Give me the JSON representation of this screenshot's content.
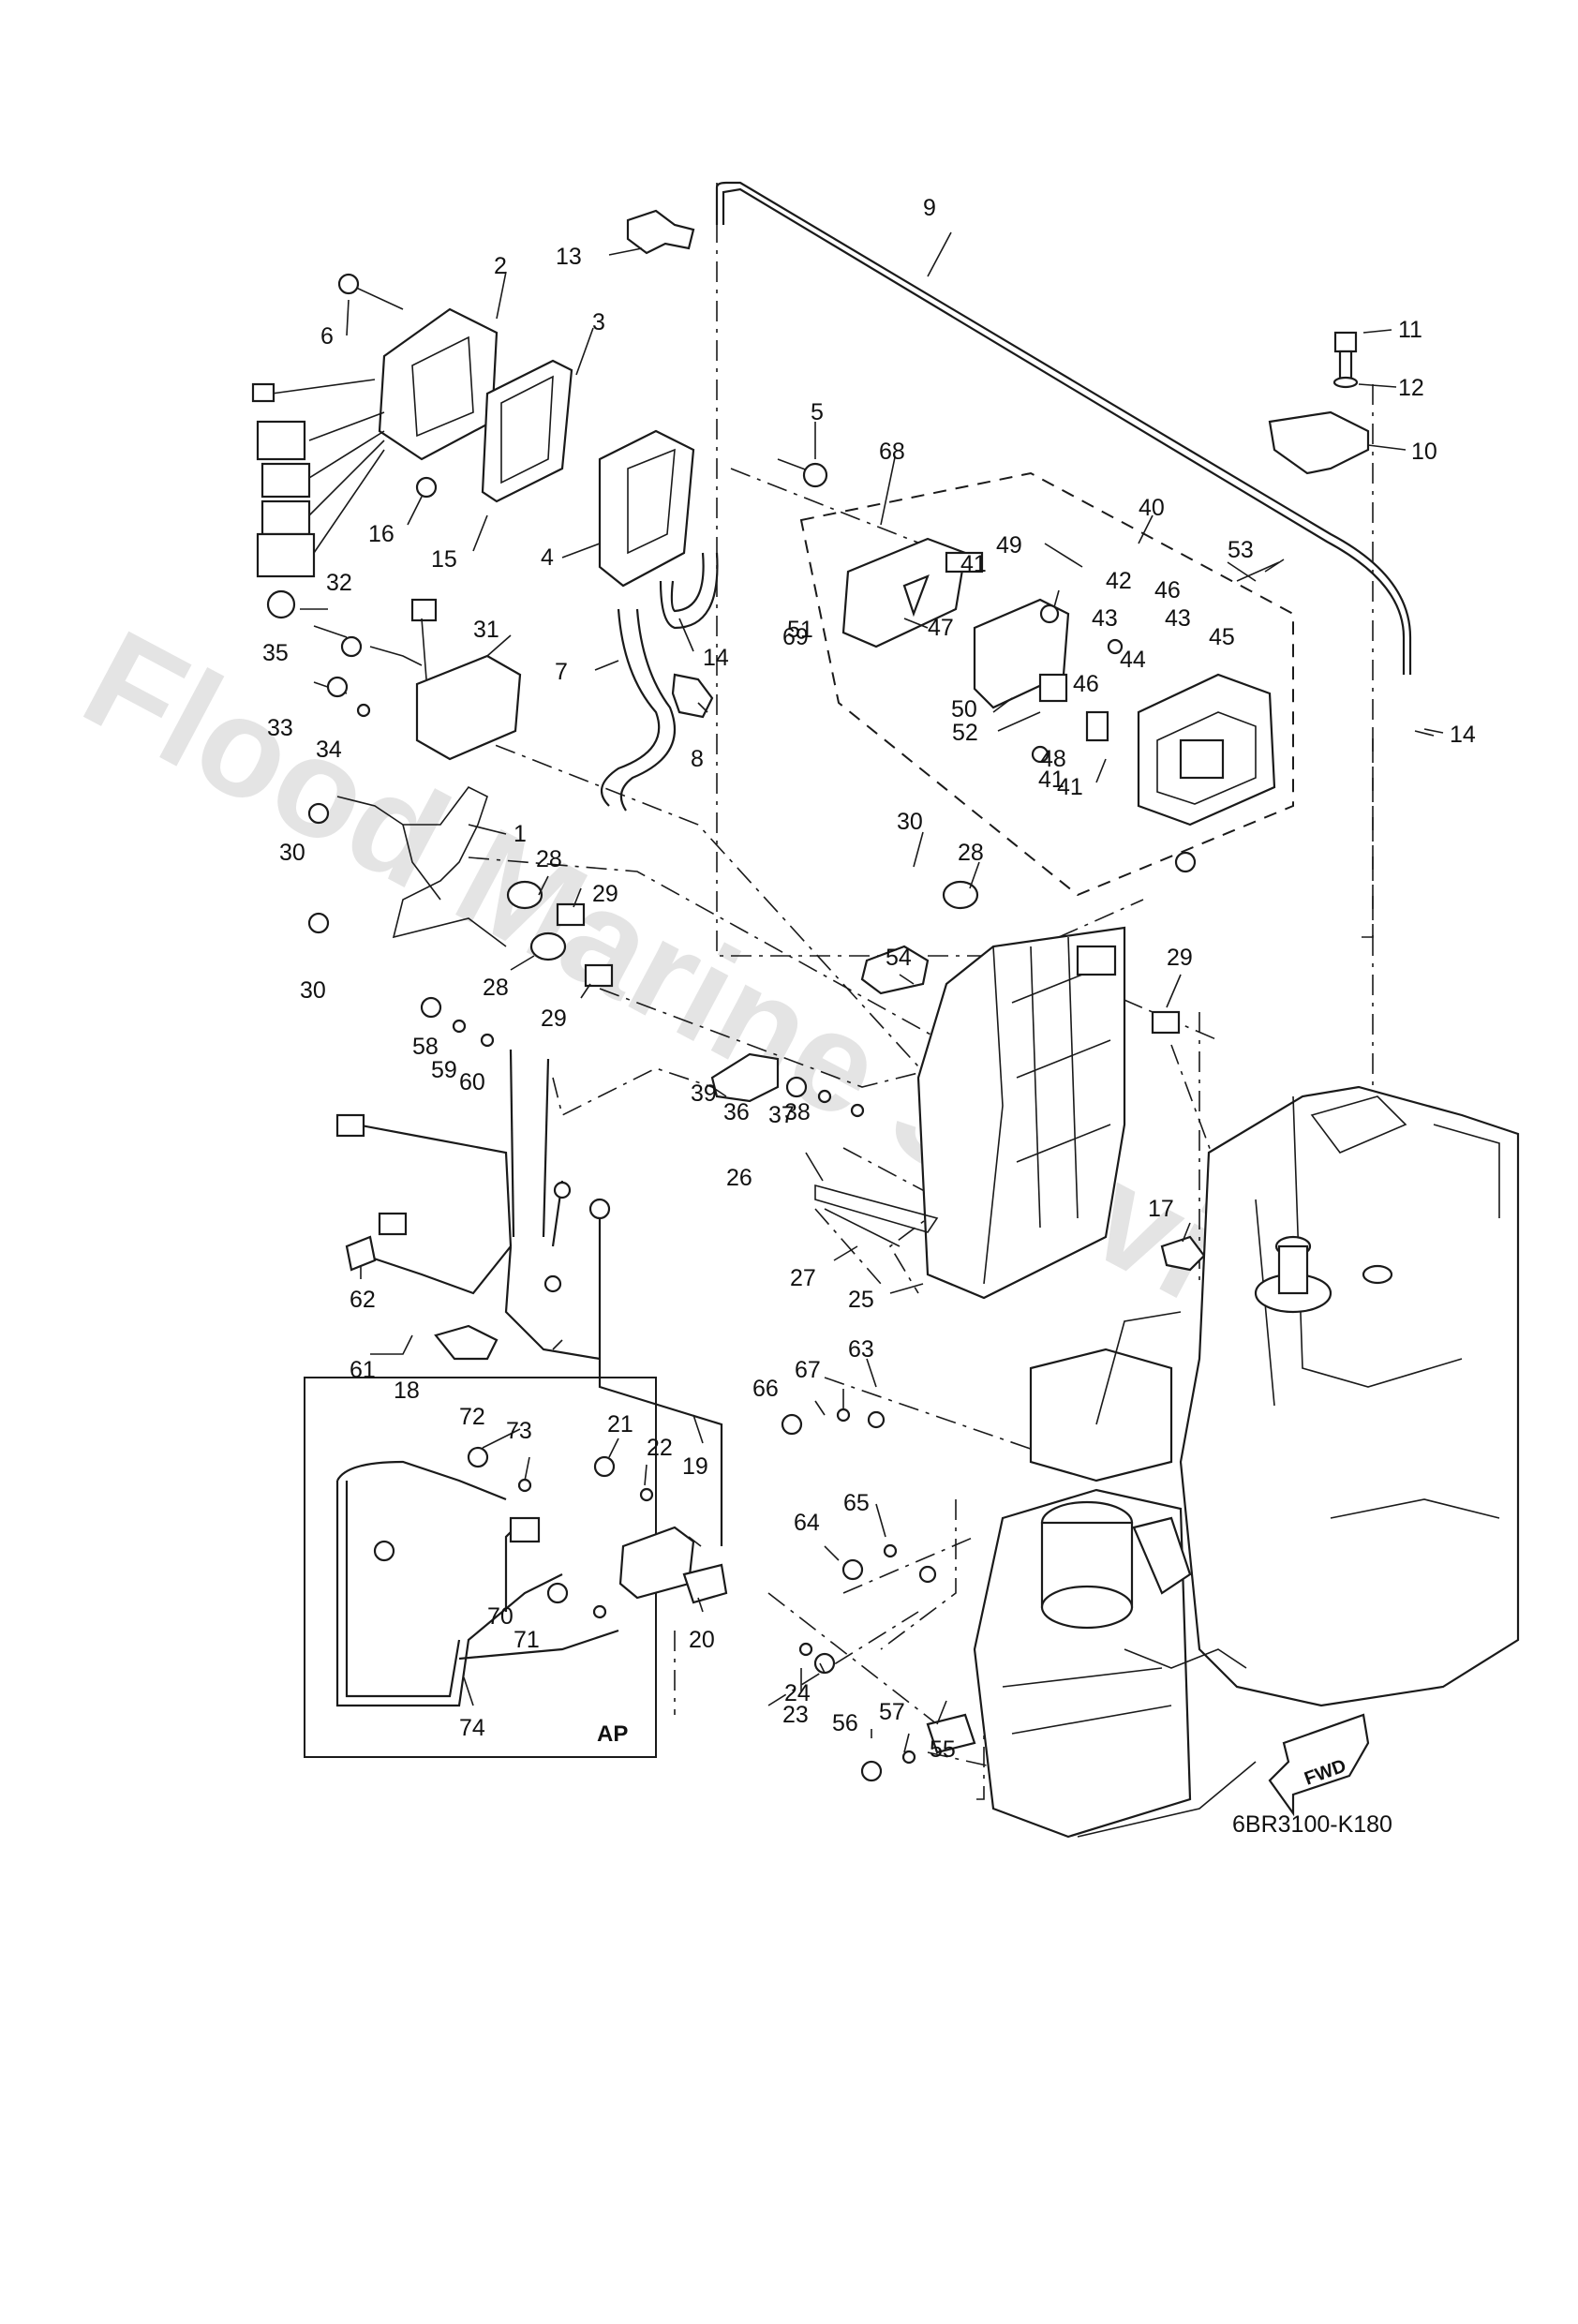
{
  "diagram": {
    "watermark": "Flood Marine Services",
    "reference_code": "6BR3100-K180",
    "ap_box_label": "AP",
    "fwd_label": "FWD",
    "callouts": [
      {
        "n": "1"
      },
      {
        "n": "2"
      },
      {
        "n": "3"
      },
      {
        "n": "4"
      },
      {
        "n": "5"
      },
      {
        "n": "6"
      },
      {
        "n": "7"
      },
      {
        "n": "8"
      },
      {
        "n": "9"
      },
      {
        "n": "10"
      },
      {
        "n": "11"
      },
      {
        "n": "12"
      },
      {
        "n": "13"
      },
      {
        "n": "14"
      },
      {
        "n": "14"
      },
      {
        "n": "15"
      },
      {
        "n": "16"
      },
      {
        "n": "17"
      },
      {
        "n": "18"
      },
      {
        "n": "19"
      },
      {
        "n": "20"
      },
      {
        "n": "21"
      },
      {
        "n": "22"
      },
      {
        "n": "23"
      },
      {
        "n": "24"
      },
      {
        "n": "25"
      },
      {
        "n": "26"
      },
      {
        "n": "27"
      },
      {
        "n": "28"
      },
      {
        "n": "28"
      },
      {
        "n": "28"
      },
      {
        "n": "29"
      },
      {
        "n": "29"
      },
      {
        "n": "29"
      },
      {
        "n": "30"
      },
      {
        "n": "30"
      },
      {
        "n": "30"
      },
      {
        "n": "31"
      },
      {
        "n": "32"
      },
      {
        "n": "33"
      },
      {
        "n": "34"
      },
      {
        "n": "35"
      },
      {
        "n": "36"
      },
      {
        "n": "37"
      },
      {
        "n": "38"
      },
      {
        "n": "39"
      },
      {
        "n": "40"
      },
      {
        "n": "41"
      },
      {
        "n": "41"
      },
      {
        "n": "41"
      },
      {
        "n": "42"
      },
      {
        "n": "43"
      },
      {
        "n": "43"
      },
      {
        "n": "44"
      },
      {
        "n": "45"
      },
      {
        "n": "46"
      },
      {
        "n": "46"
      },
      {
        "n": "47"
      },
      {
        "n": "48"
      },
      {
        "n": "49"
      },
      {
        "n": "50"
      },
      {
        "n": "51"
      },
      {
        "n": "52"
      },
      {
        "n": "53"
      },
      {
        "n": "54"
      },
      {
        "n": "55"
      },
      {
        "n": "56"
      },
      {
        "n": "57"
      },
      {
        "n": "58"
      },
      {
        "n": "59"
      },
      {
        "n": "60"
      },
      {
        "n": "61"
      },
      {
        "n": "62"
      },
      {
        "n": "63"
      },
      {
        "n": "64"
      },
      {
        "n": "65"
      },
      {
        "n": "66"
      },
      {
        "n": "67"
      },
      {
        "n": "68"
      },
      {
        "n": "69"
      },
      {
        "n": "70"
      },
      {
        "n": "71"
      },
      {
        "n": "72"
      },
      {
        "n": "73"
      },
      {
        "n": "74"
      }
    ]
  }
}
